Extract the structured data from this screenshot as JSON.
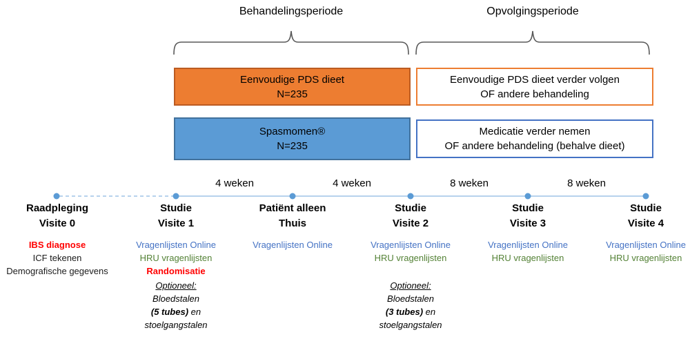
{
  "periods": {
    "treatment": "Behandelingsperiode",
    "followup": "Opvolgingsperiode"
  },
  "boxes": {
    "diet": {
      "line1": "Eenvoudige PDS dieet",
      "line2": "N=235"
    },
    "diet_followup": {
      "line1": "Eenvoudige PDS dieet verder volgen",
      "line2": "OF andere behandeling"
    },
    "spasmomen": {
      "line1": "Spasmomen®",
      "line2": "N=235"
    },
    "medication_followup": {
      "line1": "Medicatie verder nemen",
      "line2": "OF andere behandeling (behalve dieet)"
    }
  },
  "timeline": {
    "intervals": [
      "4 weken",
      "4 weken",
      "8 weken",
      "8 weken"
    ],
    "visits": [
      {
        "line1": "Raadpleging",
        "line2": "Visite 0"
      },
      {
        "line1": "Studie",
        "line2": "Visite 1"
      },
      {
        "line1": "Patiënt alleen",
        "line2": "Thuis"
      },
      {
        "line1": "Studie",
        "line2": "Visite 2"
      },
      {
        "line1": "Studie",
        "line2": "Visite 3"
      },
      {
        "line1": "Studie",
        "line2": "Visite 4"
      }
    ]
  },
  "annotations": {
    "visit0": {
      "diagnosis": "IBS diagnose",
      "icf": "ICF tekenen",
      "demographics": "Demografische gegevens"
    },
    "visit1": {
      "online": "Vragenlijsten Online",
      "hru": "HRU vragenlijsten",
      "randomisation": "Randomisatie",
      "optional": {
        "title": "Optioneel:",
        "blood": "Bloedstalen",
        "tubes": "(5 tubes)",
        "tubes_suffix": " en",
        "stool": "stoelgangstalen"
      }
    },
    "home": {
      "online": "Vragenlijsten Online"
    },
    "visit2": {
      "online": "Vragenlijsten Online",
      "hru": "HRU vragenlijsten",
      "optional": {
        "title": "Optioneel:",
        "blood": "Bloedstalen",
        "tubes": "(3 tubes)",
        "tubes_suffix": " en",
        "stool": "stoelgangstalen"
      }
    },
    "visit3": {
      "online": "Vragenlijsten Online",
      "hru": "HRU vragenlijsten"
    },
    "visit4": {
      "online": "Vragenlijsten Online",
      "hru": "HRU vragenlijsten"
    }
  },
  "colors": {
    "orange_fill": "#ED7D31",
    "orange_border": "#BC5B21",
    "blue_fill": "#5B9BD5",
    "blue_border": "#41719C",
    "outline_blue": "#4472C4",
    "timeline_line": "#9DC3E6",
    "timeline_dot": "#5B9BD5",
    "text_blue": "#4472C4",
    "text_green": "#538135",
    "text_red": "#FF0000",
    "brace_gray": "#595959"
  }
}
